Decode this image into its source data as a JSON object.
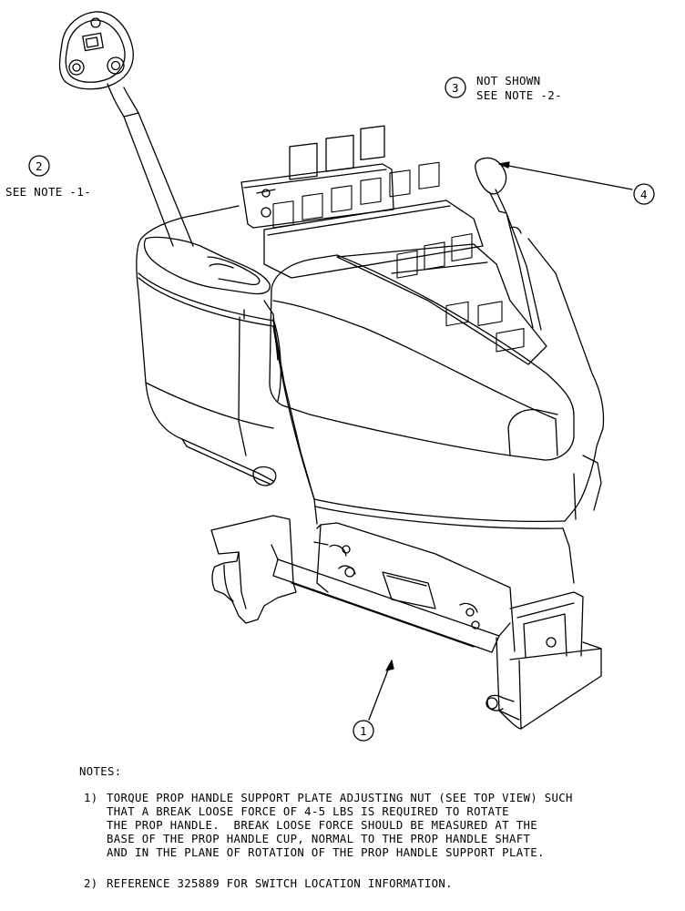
{
  "callouts": [
    {
      "id": "1",
      "text": ""
    },
    {
      "id": "2",
      "text": "SEE NOTE -1-"
    },
    {
      "id": "3",
      "text_line1": "NOT SHOWN",
      "text_line2": "SEE NOTE -2-"
    },
    {
      "id": "4",
      "text": ""
    }
  ],
  "notes": {
    "heading": "NOTES:",
    "items": [
      {
        "number": "1)",
        "lines": [
          "TORQUE PROP HANDLE SUPPORT PLATE ADJUSTING NUT (SEE TOP VIEW) SUCH",
          "THAT A BREAK LOOSE FORCE OF 4-5 LBS IS REQUIRED TO ROTATE",
          "THE PROP HANDLE.  BREAK LOOSE FORCE SHOULD BE MEASURED AT THE",
          "BASE OF THE PROP HANDLE CUP, NORMAL TO THE PROP HANDLE SHAFT",
          "AND IN THE PLANE OF ROTATION OF THE PROP HANDLE SUPPORT PLATE."
        ]
      },
      {
        "number": "2)",
        "lines": [
          "REFERENCE 325889 FOR SWITCH LOCATION INFORMATION."
        ]
      }
    ]
  }
}
